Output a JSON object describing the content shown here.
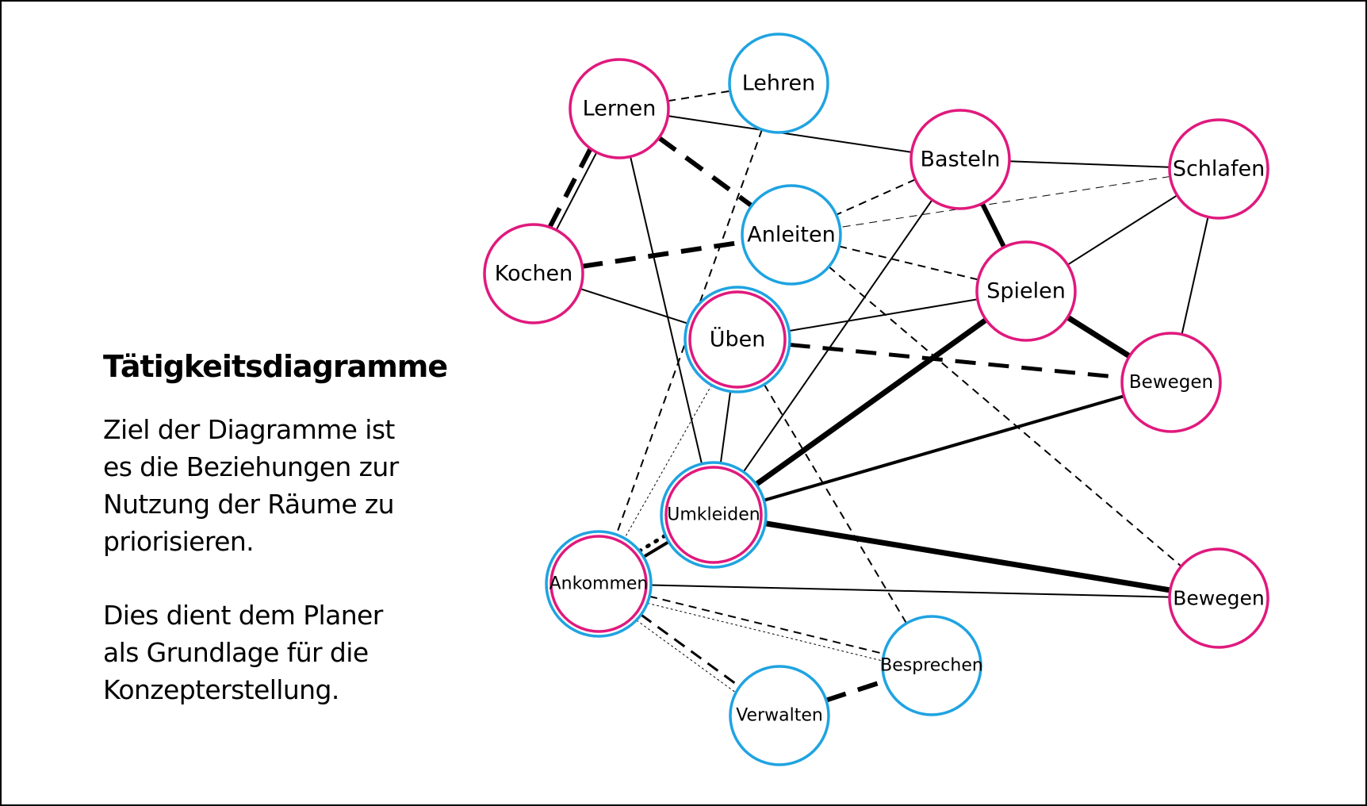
{
  "title": "Tätigkeitsdiagramme",
  "paragraphs": [
    "Ziel der Diagramme ist\nes die Beziehungen zur\nNutzung der Räume zu\npriorisieren.",
    "Dies dient dem Planer\nals Grundlage für die\nKonzepterstellung."
  ],
  "colors": {
    "magenta": "#e0197d",
    "blue": "#1fa3e1",
    "line": "#000000"
  },
  "nodes": [
    {
      "id": "lernen",
      "label": "Lernen",
      "ring": "magenta"
    },
    {
      "id": "lehren",
      "label": "Lehren",
      "ring": "blue"
    },
    {
      "id": "basteln",
      "label": "Basteln",
      "ring": "magenta"
    },
    {
      "id": "schlafen",
      "label": "Schlafen",
      "ring": "magenta"
    },
    {
      "id": "kochen",
      "label": "Kochen",
      "ring": "magenta"
    },
    {
      "id": "anleiten",
      "label": "Anleiten",
      "ring": "blue"
    },
    {
      "id": "spielen",
      "label": "Spielen",
      "ring": "magenta"
    },
    {
      "id": "ueben",
      "label": "Üben",
      "ring": "both"
    },
    {
      "id": "bewegen1",
      "label": "Bewegen",
      "ring": "magenta"
    },
    {
      "id": "umkleiden",
      "label": "Umkleiden",
      "ring": "both"
    },
    {
      "id": "ankommen",
      "label": "Ankommen",
      "ring": "both"
    },
    {
      "id": "bewegen2",
      "label": "Bewegen",
      "ring": "magenta"
    },
    {
      "id": "besprechen",
      "label": "Besprechen",
      "ring": "blue"
    },
    {
      "id": "verwalten",
      "label": "Verwalten",
      "ring": "blue"
    }
  ],
  "edges": [
    {
      "from": "lernen",
      "to": "lehren",
      "style": "dashed",
      "weight": 2
    },
    {
      "from": "lernen",
      "to": "basteln",
      "style": "solid",
      "weight": 2
    },
    {
      "from": "lernen",
      "to": "kochen",
      "style": "solid",
      "weight": 2
    },
    {
      "from": "lernen",
      "to": "kochen",
      "style": "dashed",
      "weight": 6
    },
    {
      "from": "lernen",
      "to": "anleiten",
      "style": "dashed",
      "weight": 6
    },
    {
      "from": "lernen",
      "to": "umkleiden",
      "style": "solid",
      "weight": 2
    },
    {
      "from": "lehren",
      "to": "ankommen",
      "style": "dashed",
      "weight": 2
    },
    {
      "from": "basteln",
      "to": "schlafen",
      "style": "solid",
      "weight": 2
    },
    {
      "from": "basteln",
      "to": "anleiten",
      "style": "dashed",
      "weight": 2
    },
    {
      "from": "basteln",
      "to": "spielen",
      "style": "solid",
      "weight": 6
    },
    {
      "from": "basteln",
      "to": "umkleiden",
      "style": "solid",
      "weight": 2
    },
    {
      "from": "schlafen",
      "to": "anleiten",
      "style": "dashed",
      "weight": 1
    },
    {
      "from": "schlafen",
      "to": "spielen",
      "style": "solid",
      "weight": 2
    },
    {
      "from": "schlafen",
      "to": "bewegen1",
      "style": "solid",
      "weight": 2
    },
    {
      "from": "kochen",
      "to": "anleiten",
      "style": "dashed",
      "weight": 6
    },
    {
      "from": "kochen",
      "to": "ueben",
      "style": "solid",
      "weight": 2
    },
    {
      "from": "anleiten",
      "to": "spielen",
      "style": "dashed",
      "weight": 2
    },
    {
      "from": "anleiten",
      "to": "bewegen2",
      "style": "dashed",
      "weight": 2
    },
    {
      "from": "spielen",
      "to": "ueben",
      "style": "solid",
      "weight": 2
    },
    {
      "from": "spielen",
      "to": "bewegen1",
      "style": "solid",
      "weight": 7
    },
    {
      "from": "spielen",
      "to": "umkleiden",
      "style": "solid",
      "weight": 7
    },
    {
      "from": "ueben",
      "to": "bewegen1",
      "style": "dashed",
      "weight": 5
    },
    {
      "from": "ueben",
      "to": "umkleiden",
      "style": "solid",
      "weight": 2
    },
    {
      "from": "ueben",
      "to": "ankommen",
      "style": "dotted",
      "weight": 1
    },
    {
      "from": "ueben",
      "to": "besprechen",
      "style": "dashed",
      "weight": 2
    },
    {
      "from": "bewegen1",
      "to": "umkleiden",
      "style": "solid",
      "weight": 4
    },
    {
      "from": "umkleiden",
      "to": "bewegen2",
      "style": "solid",
      "weight": 7
    },
    {
      "from": "umkleiden",
      "to": "ankommen",
      "style": "solid",
      "weight": 4
    },
    {
      "from": "umkleiden",
      "to": "ankommen",
      "style": "dotted",
      "weight": 5
    },
    {
      "from": "ankommen",
      "to": "bewegen2",
      "style": "solid",
      "weight": 2
    },
    {
      "from": "ankommen",
      "to": "besprechen",
      "style": "dashed",
      "weight": 2
    },
    {
      "from": "ankommen",
      "to": "besprechen",
      "style": "dotted",
      "weight": 1
    },
    {
      "from": "ankommen",
      "to": "verwalten",
      "style": "dashed",
      "weight": 3
    },
    {
      "from": "ankommen",
      "to": "verwalten",
      "style": "dotted",
      "weight": 1
    },
    {
      "from": "verwalten",
      "to": "besprechen",
      "style": "dashed",
      "weight": 6
    }
  ]
}
